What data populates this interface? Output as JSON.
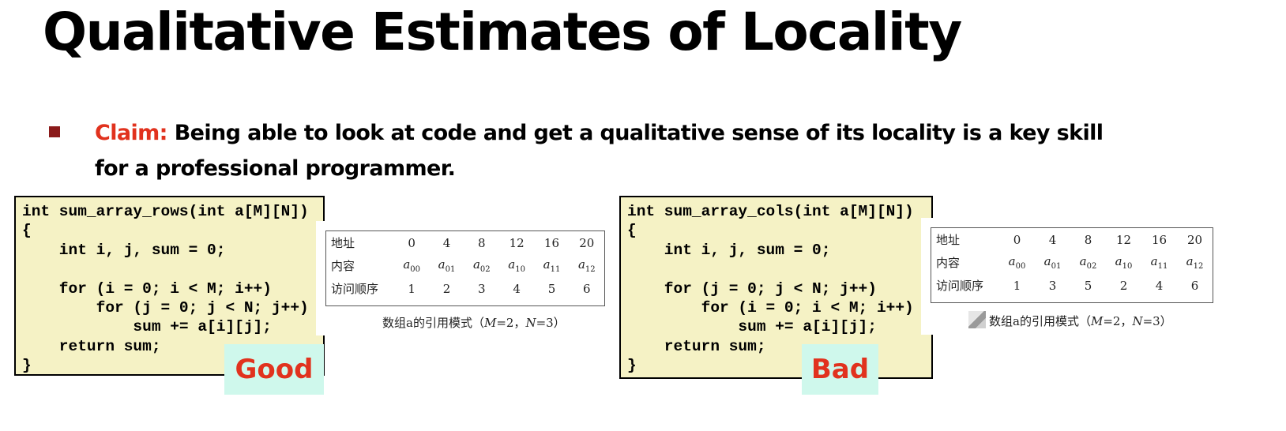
{
  "slide": {
    "title": "Qualitative Estimates of Locality",
    "claim_lead": "Claim:",
    "claim_text": " Being able to look at code and get a qualitative sense of its locality is a key skill for a professional programmer."
  },
  "examples": [
    {
      "code": [
        "int sum_array_rows(int a[M][N])",
        "{",
        "    int i, j, sum = 0;",
        "",
        "    for (i = 0; i < M; i++)",
        "        for (j = 0; j < N; j++)",
        "            sum += a[i][j];",
        "    return sum;",
        "}"
      ],
      "verdict": "Good",
      "figure": {
        "row_labels": [
          "地址",
          "内容",
          "访问顺序"
        ],
        "addresses": [
          "0",
          "4",
          "8",
          "12",
          "16",
          "20"
        ],
        "contents": [
          {
            "base": "a",
            "sub": "00"
          },
          {
            "base": "a",
            "sub": "01"
          },
          {
            "base": "a",
            "sub": "02"
          },
          {
            "base": "a",
            "sub": "10"
          },
          {
            "base": "a",
            "sub": "11"
          },
          {
            "base": "a",
            "sub": "12"
          }
        ],
        "order": [
          "1",
          "2",
          "3",
          "4",
          "5",
          "6"
        ],
        "caption_prefix": "数组a的引用模式（",
        "caption_M": "M",
        "caption_mid": "=2，",
        "caption_N": "N",
        "caption_suffix": "=3）"
      }
    },
    {
      "code": [
        "int sum_array_cols(int a[M][N])",
        "{",
        "    int i, j, sum = 0;",
        "",
        "    for (j = 0; j < N; j++)",
        "        for (i = 0; i < M; i++)",
        "            sum += a[i][j];",
        "    return sum;",
        "}"
      ],
      "verdict": "Bad",
      "figure": {
        "row_labels": [
          "地址",
          "内容",
          "访问顺序"
        ],
        "addresses": [
          "0",
          "4",
          "8",
          "12",
          "16",
          "20"
        ],
        "contents": [
          {
            "base": "a",
            "sub": "00"
          },
          {
            "base": "a",
            "sub": "01"
          },
          {
            "base": "a",
            "sub": "02"
          },
          {
            "base": "a",
            "sub": "10"
          },
          {
            "base": "a",
            "sub": "11"
          },
          {
            "base": "a",
            "sub": "12"
          }
        ],
        "order": [
          "1",
          "3",
          "5",
          "2",
          "4",
          "6"
        ],
        "caption_prefix": "数组a的引用模式（",
        "caption_M": "M",
        "caption_mid": "=2，",
        "caption_N": "N",
        "caption_suffix": "=3）"
      }
    }
  ]
}
